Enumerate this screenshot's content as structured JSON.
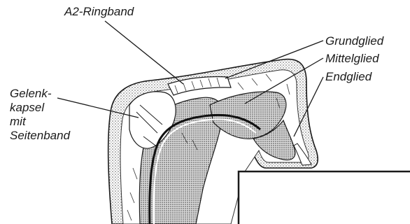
{
  "labels": {
    "a2_ringband": "A2-Ringband",
    "grundglied": "Grundglied",
    "mittelglied": "Mittelglied",
    "endglied": "Endglied",
    "gelenkkapsel_lines": [
      "Gelenk-",
      "kapsel",
      "mit",
      "Seitenband"
    ]
  }
}
